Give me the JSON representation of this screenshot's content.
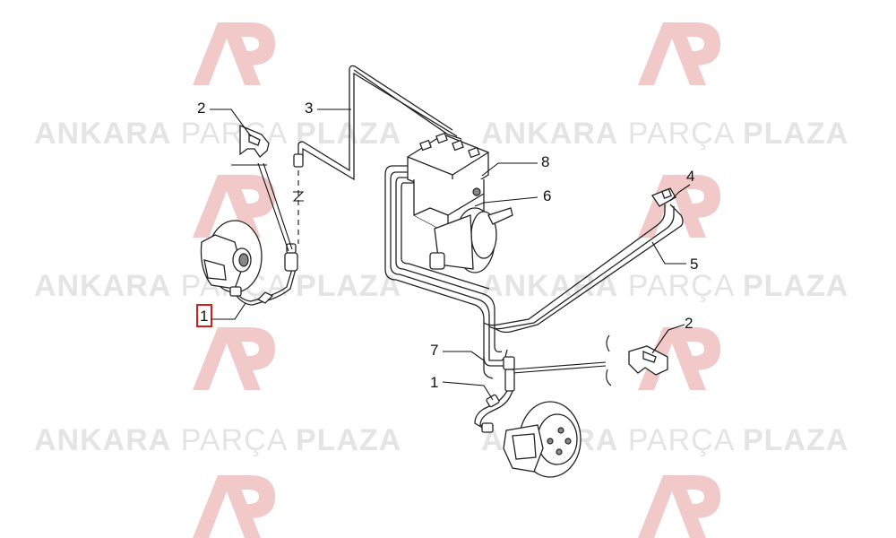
{
  "watermark": {
    "brand_bold_1": "ANKARA",
    "brand_light": "PARÇA",
    "brand_bold_2": "PLAZA",
    "logo_color": "#f1c9c9",
    "text_color": "#e4e4e4"
  },
  "callouts": {
    "c1_left": "1",
    "c1_bottom": "1",
    "c2_left": "2",
    "c2_right": "2",
    "c3": "3",
    "c4": "4",
    "c5": "5",
    "c6": "6",
    "c7": "7",
    "c8": "8"
  },
  "highlight_color": "#d11f1f"
}
